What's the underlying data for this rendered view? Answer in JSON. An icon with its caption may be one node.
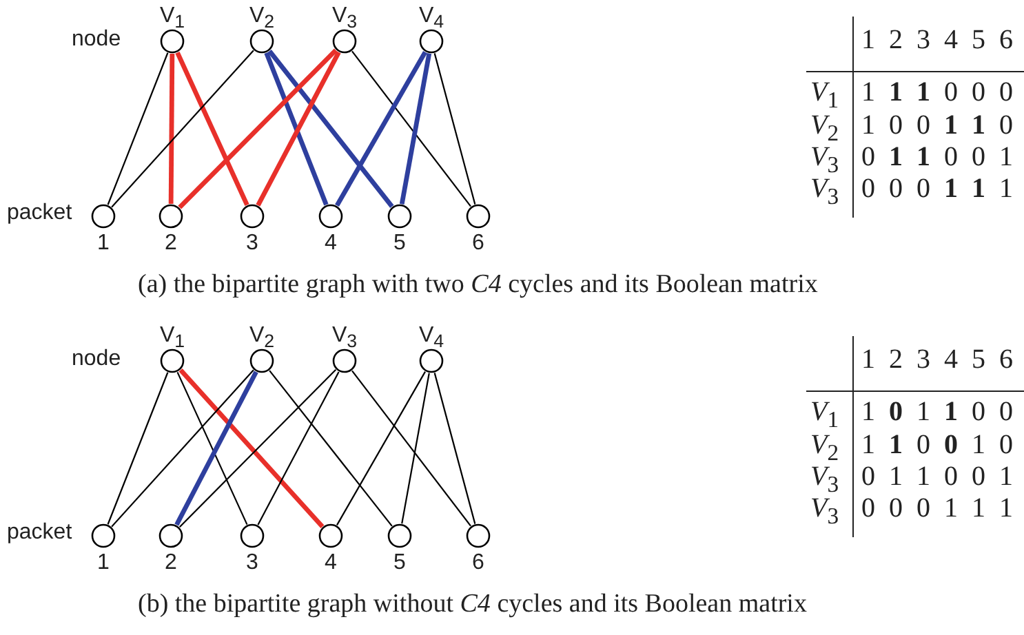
{
  "diagram": {
    "nodes": [
      {
        "text": [
          "V$_{1}$"
        ]
      },
      {
        "text": [
          "V$_{2}$"
        ]
      },
      {
        "text": [
          "V$_{3}$"
        ]
      },
      {
        "text": [
          "V$_{4}$"
        ]
      },
      {
        "text": [
          "1"
        ]
      },
      {
        "text": [
          "2"
        ]
      },
      {
        "text": [
          "3"
        ]
      },
      {
        "text": [
          "4"
        ]
      },
      {
        "text": [
          "5"
        ]
      },
      {
        "text": [
          "6"
        ]
      },
      {
        "text": [
          "V$_{1}$"
        ]
      },
      {
        "text": [
          "V$_{2}$"
        ]
      },
      {
        "text": [
          "V$_{3}$"
        ]
      },
      {
        "text": [
          "V$_{4}$"
        ]
      },
      {
        "text": [
          "1"
        ]
      },
      {
        "text": [
          "2"
        ]
      },
      {
        "text": [
          "3"
        ]
      },
      {
        "text": [
          "4"
        ]
      },
      {
        "text": [
          "5"
        ]
      },
      {
        "text": [
          "6"
        ]
      }
    ],
    "edges": [
      {
        "from": 0,
        "to": 4,
        "arrow": "none"
      },
      {
        "from": 0,
        "to": 5,
        "arrow": "none",
        "style": "thick",
        "color": "#e8302a"
      },
      {
        "from": 0,
        "to": 6,
        "arrow": "none",
        "style": "thick",
        "color": "#e8302a"
      },
      {
        "from": 1,
        "to": 4,
        "arrow": "none"
      },
      {
        "from": 1,
        "to": 7,
        "arrow": "none",
        "style": "thick",
        "color": "#2e3f9e"
      },
      {
        "from": 1,
        "to": 8,
        "arrow": "none",
        "style": "thick",
        "color": "#2e3f9e"
      },
      {
        "from": 2,
        "to": 5,
        "arrow": "none",
        "style": "thick",
        "color": "#e8302a"
      },
      {
        "from": 2,
        "to": 6,
        "arrow": "none",
        "style": "thick",
        "color": "#e8302a"
      },
      {
        "from": 2,
        "to": 9,
        "arrow": "none"
      },
      {
        "from": 3,
        "to": 7,
        "arrow": "none",
        "style": "thick",
        "color": "#2e3f9e"
      },
      {
        "from": 3,
        "to": 8,
        "arrow": "none",
        "style": "thick",
        "color": "#2e3f9e"
      },
      {
        "from": 3,
        "to": 9,
        "arrow": "none"
      },
      {
        "from": 10,
        "to": 14,
        "arrow": "none"
      },
      {
        "from": 10,
        "to": 16,
        "arrow": "none"
      },
      {
        "from": 10,
        "to": 17,
        "arrow": "none",
        "style": "thick",
        "color": "#e8302a"
      },
      {
        "from": 11,
        "to": 14,
        "arrow": "none"
      },
      {
        "from": 11,
        "to": 15,
        "arrow": "none",
        "style": "thick",
        "color": "#2e3f9e"
      },
      {
        "from": 11,
        "to": 18,
        "arrow": "none"
      },
      {
        "from": 12,
        "to": 15,
        "arrow": "none"
      },
      {
        "from": 12,
        "to": 16,
        "arrow": "none"
      },
      {
        "from": 12,
        "to": 19,
        "arrow": "none"
      },
      {
        "from": 13,
        "to": 17,
        "arrow": "none"
      },
      {
        "from": 13,
        "to": 18,
        "arrow": "none"
      },
      {
        "from": 13,
        "to": 19,
        "arrow": "none"
      }
    ],
    "labels": [
      "node",
      "packet",
      "1 2 3 4 5 6",
      "*V*$_{1}$",
      "1 **1** **1** 0 0 0",
      "*V*$_{2}$",
      "1 0 0 **1** **1** 0",
      "*V*$_{3}$",
      "0 **1** **1** 0 0 1",
      "*V*$_{3}$",
      "0 0 0 **1** **1** 1",
      "(a) the bipartite graph with two *C4* cycles and its Boolean matrix",
      "node",
      "packet",
      "1 2 3 4 5 6",
      "*V*$_{1}$",
      "1 **0** 1 **1** 0 0",
      "*V*$_{2}$",
      "1 **1** 0 **0** 1 0",
      "*V*$_{3}$",
      "0 1 1 0 0 1",
      "*V*$_{3}$",
      "0 0 0 1 1 1",
      "(b) the bipartite graph without *C4* cycles and its Boolean matrix"
    ]
  }
}
